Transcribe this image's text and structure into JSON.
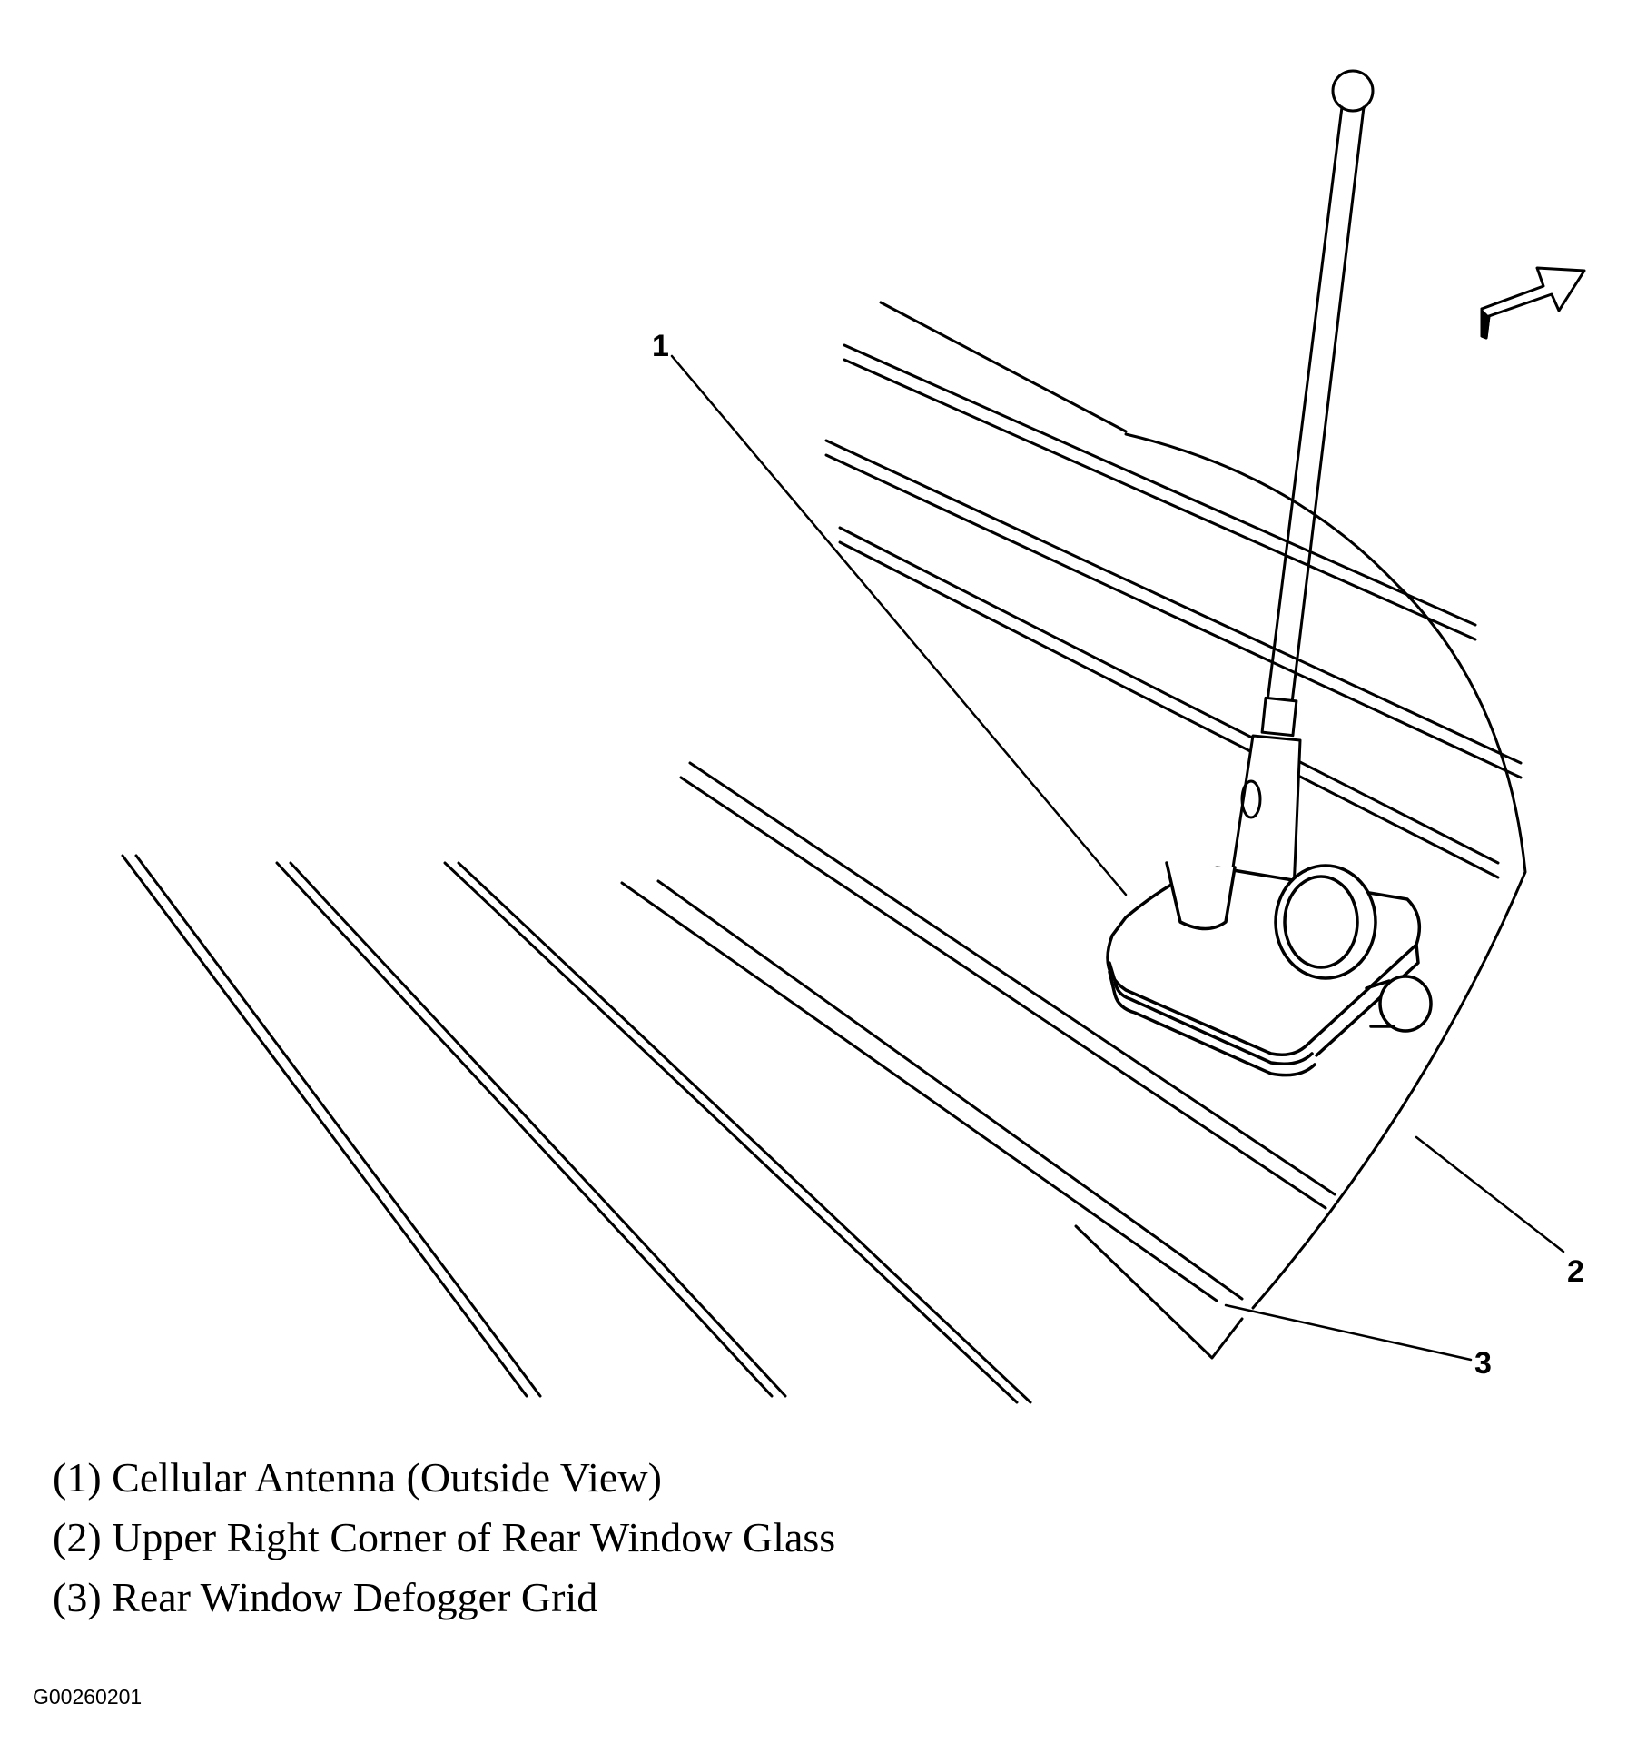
{
  "callouts": {
    "c1": "1",
    "c2": "2",
    "c3": "3"
  },
  "legend": [
    "(1) Cellular Antenna (Outside View)",
    "(2) Upper Right Corner of Rear Window Glass",
    "(3) Rear Window Defogger Grid"
  ],
  "figure_id": "G00260201",
  "colors": {
    "line": "#000000",
    "background": "#ffffff"
  },
  "icons": {
    "direction_arrow": "arrow-up-right-icon"
  }
}
